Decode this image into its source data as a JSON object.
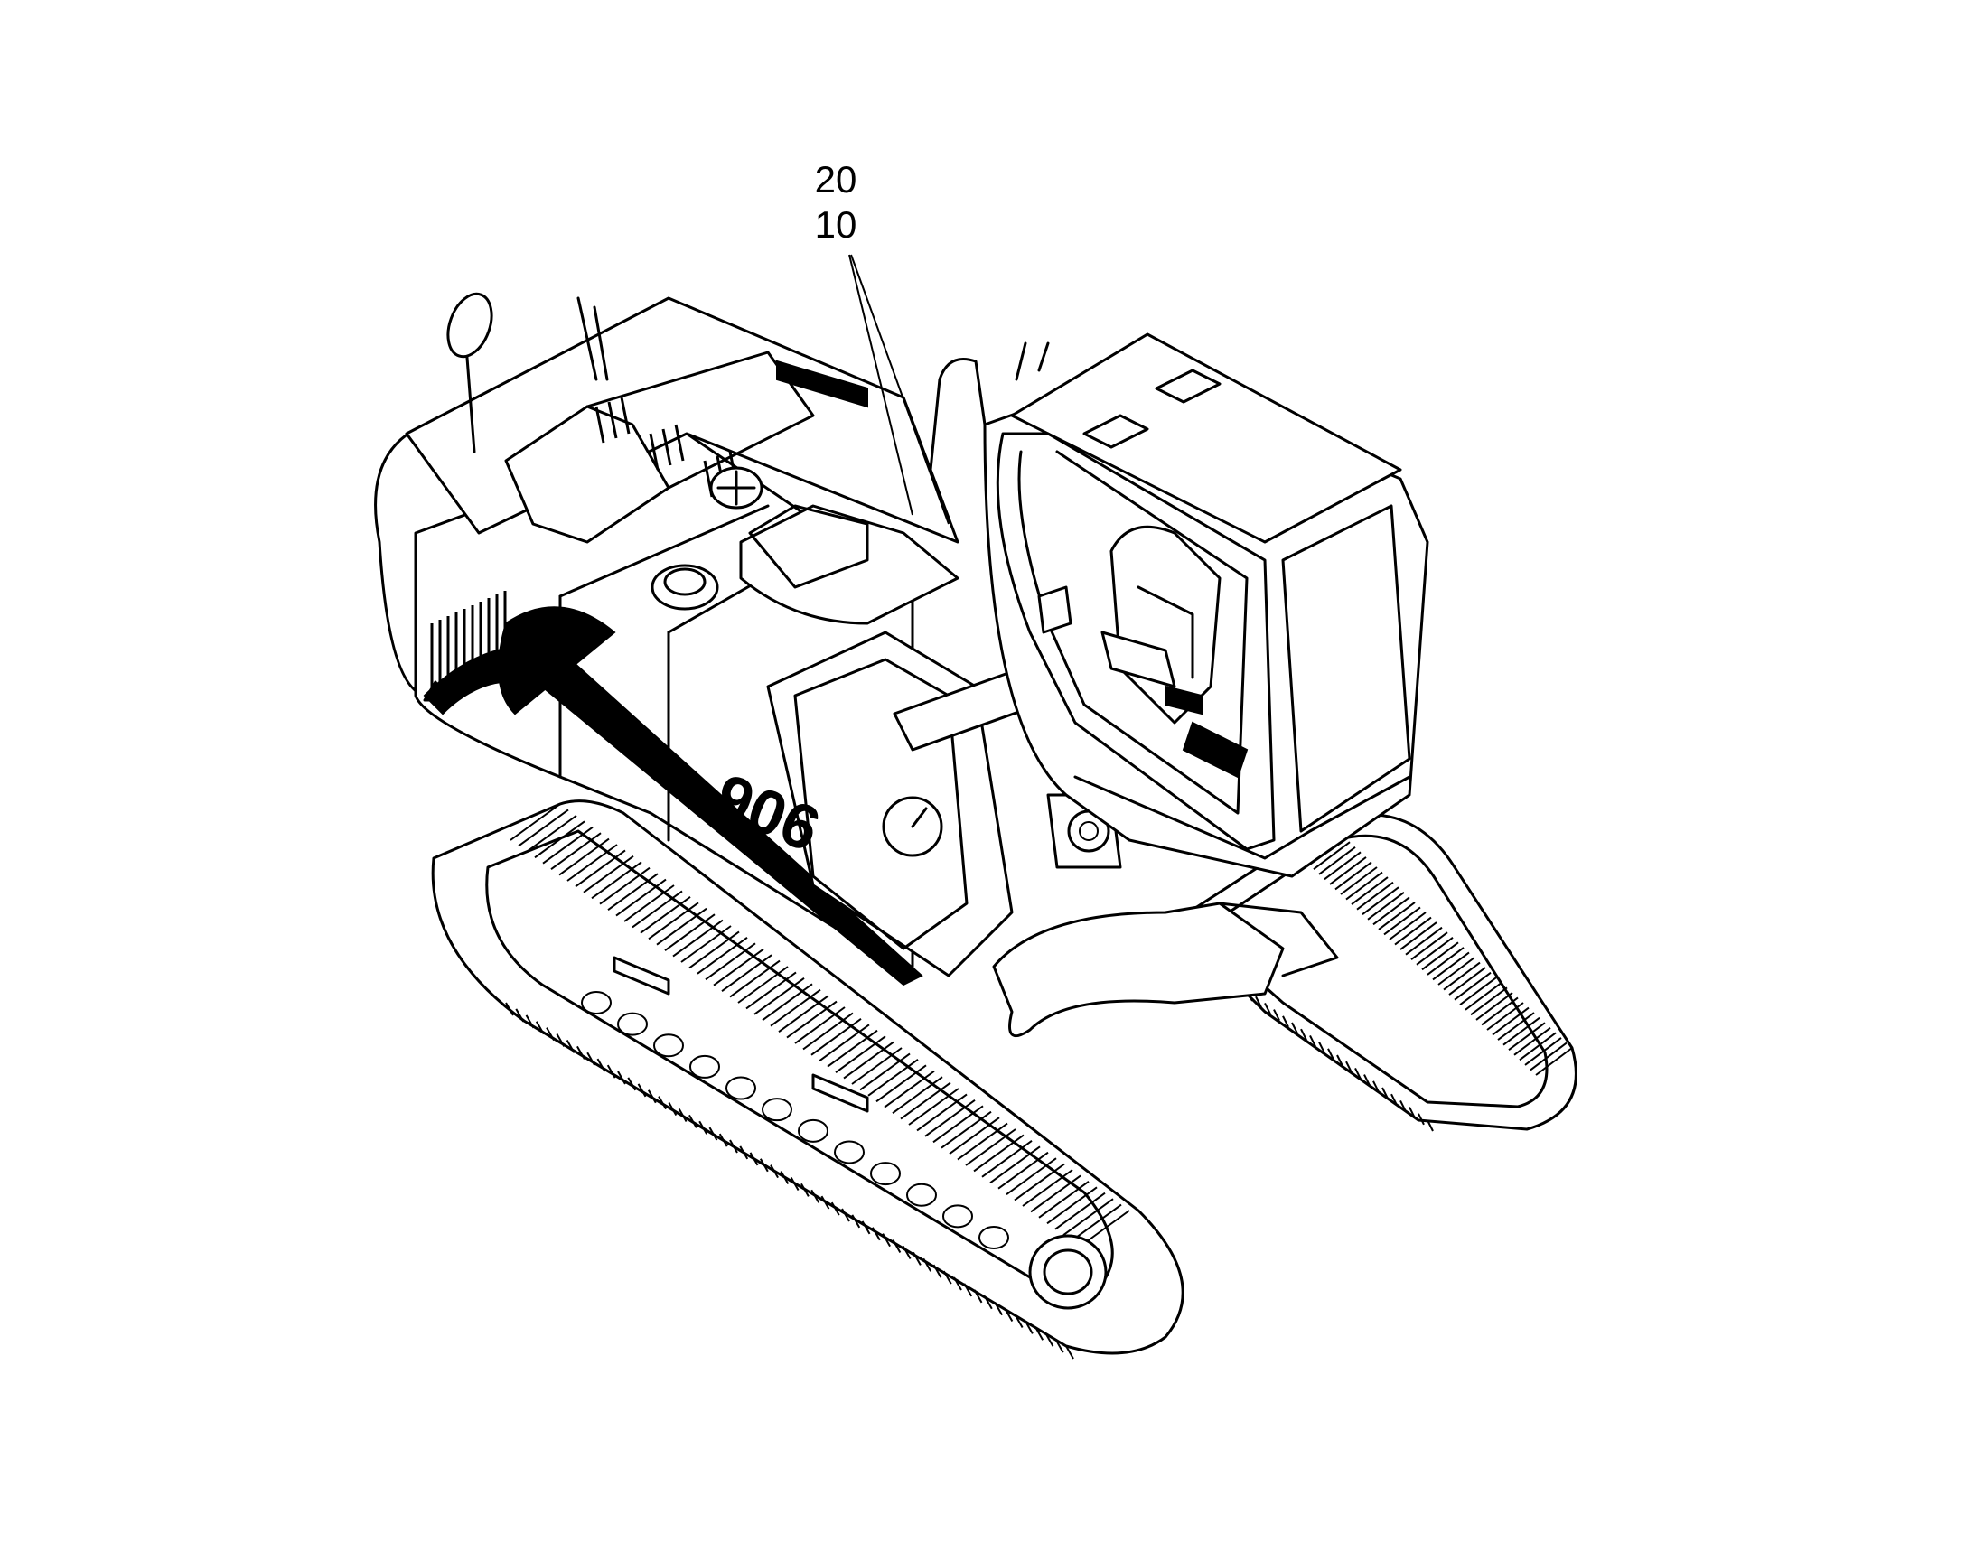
{
  "diagram": {
    "model_number": "906",
    "callouts": [
      "20",
      "10"
    ]
  }
}
